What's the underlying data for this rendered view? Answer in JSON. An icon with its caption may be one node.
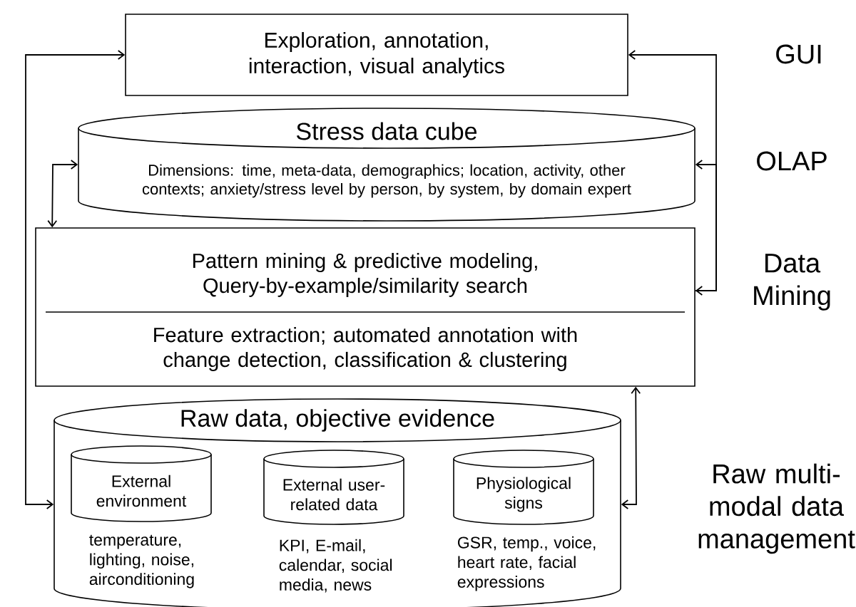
{
  "diagram": {
    "nodes": [
      {
        "text": [
          "Exploration, annotation, interaction, visual analytics"
        ]
      },
      {
        "text": [
          "Stress data cube",
          "Dimensions: time, meta-data, demographics; location, activity, other contexts; anxiety/stress level by person, by system, by domain expert"
        ]
      },
      {
        "text": [
          "Pattern mining & predictive modeling, Query-by-example/similarity search",
          "Feature extraction; automated annotation with change detection, classification & clustering"
        ]
      },
      {
        "text": [
          "Raw data, objective evidence"
        ]
      },
      {
        "text": [
          "External environment"
        ],
        "in": 3,
        "beside": [
          "temperature, lighting, noise, airconditioning"
        ]
      },
      {
        "text": [
          "External user-related data"
        ],
        "in": 3,
        "beside": [
          "KPI, E-mail, calendar, social media, news"
        ]
      },
      {
        "text": [
          "Physiological signs"
        ],
        "in": 3,
        "beside": [
          "GSR, temp., voice, heart rate, facial expressions"
        ]
      }
    ],
    "edges": [
      {
        "from": 3,
        "to": 0,
        "arrow": "both"
      },
      {
        "from": 1,
        "to": 2,
        "arrow": "both"
      },
      {
        "from": 0,
        "to": 2,
        "arrow": "both"
      },
      {
        "from": 2,
        "to": 1,
        "arrow": "to"
      },
      {
        "from": 2,
        "to": 3,
        "arrow": "both"
      }
    ],
    "labels": [
      "GUI",
      "OLAP",
      "Data Mining",
      "Raw multi-modal data management"
    ]
  }
}
